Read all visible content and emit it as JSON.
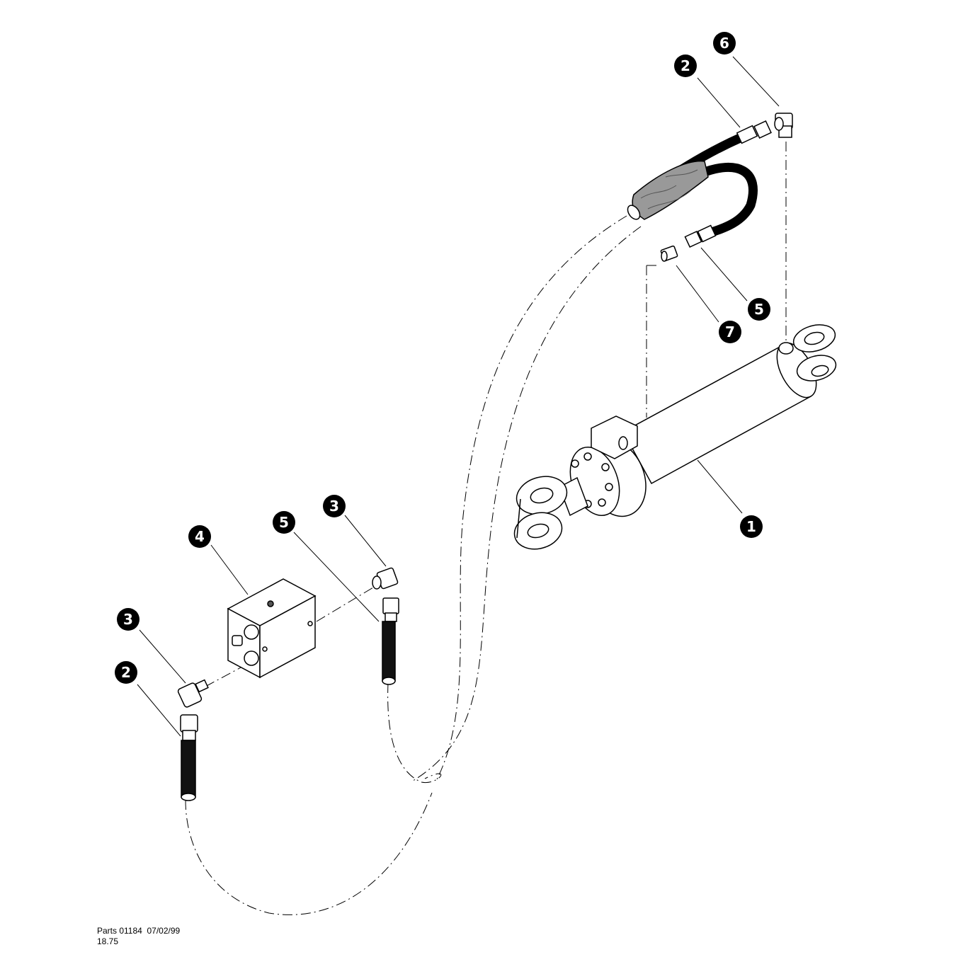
{
  "diagram": {
    "callouts": [
      "1",
      "2",
      "6",
      "5",
      "7",
      "3",
      "5",
      "4",
      "3",
      "2"
    ]
  },
  "footer": {
    "line1": "Parts 01184  07/02/99",
    "line2": "18.75"
  }
}
